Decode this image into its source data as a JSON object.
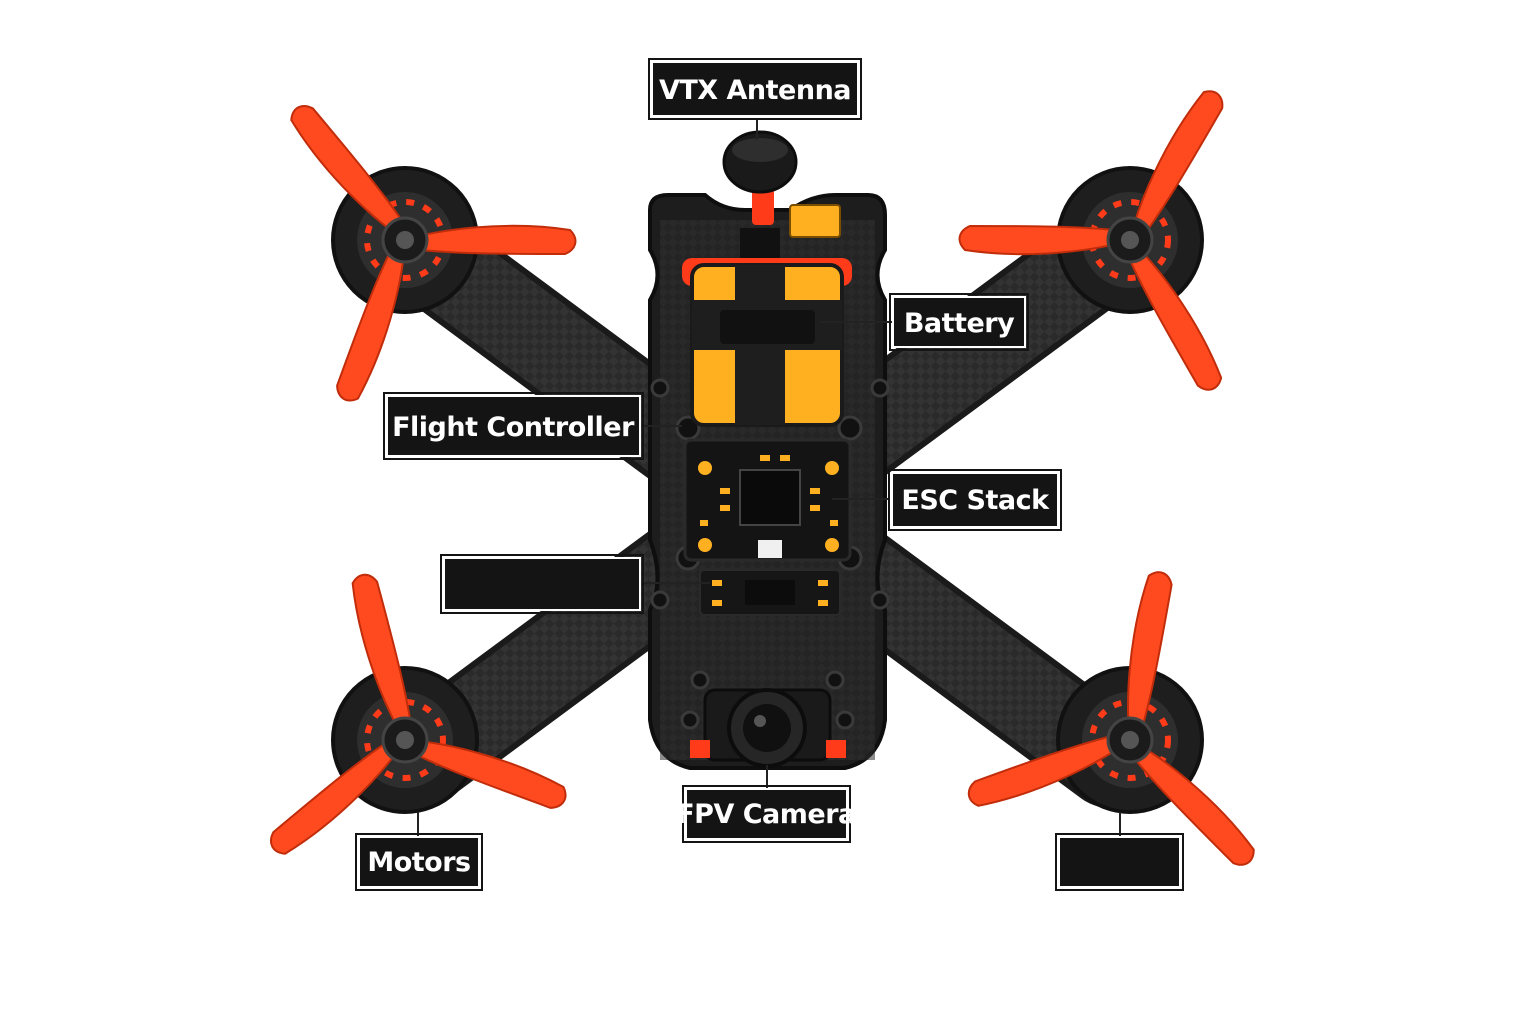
{
  "colors": {
    "frame": "#2b2b2b",
    "frame_dark": "#1c1c1c",
    "propeller": "#ff4a1f",
    "battery": "#ffb020",
    "label_bg": "#141414",
    "label_text": "#ffffff"
  },
  "labels": {
    "vtx_antenna": "VTX Antenna",
    "battery": "Battery",
    "flight_controller": "Flight Controller",
    "esc_stack": "ESC Stack",
    "hidden_left": "",
    "fpv_camera": "FPV Camera",
    "motors": "Motors",
    "hidden_right": ""
  }
}
